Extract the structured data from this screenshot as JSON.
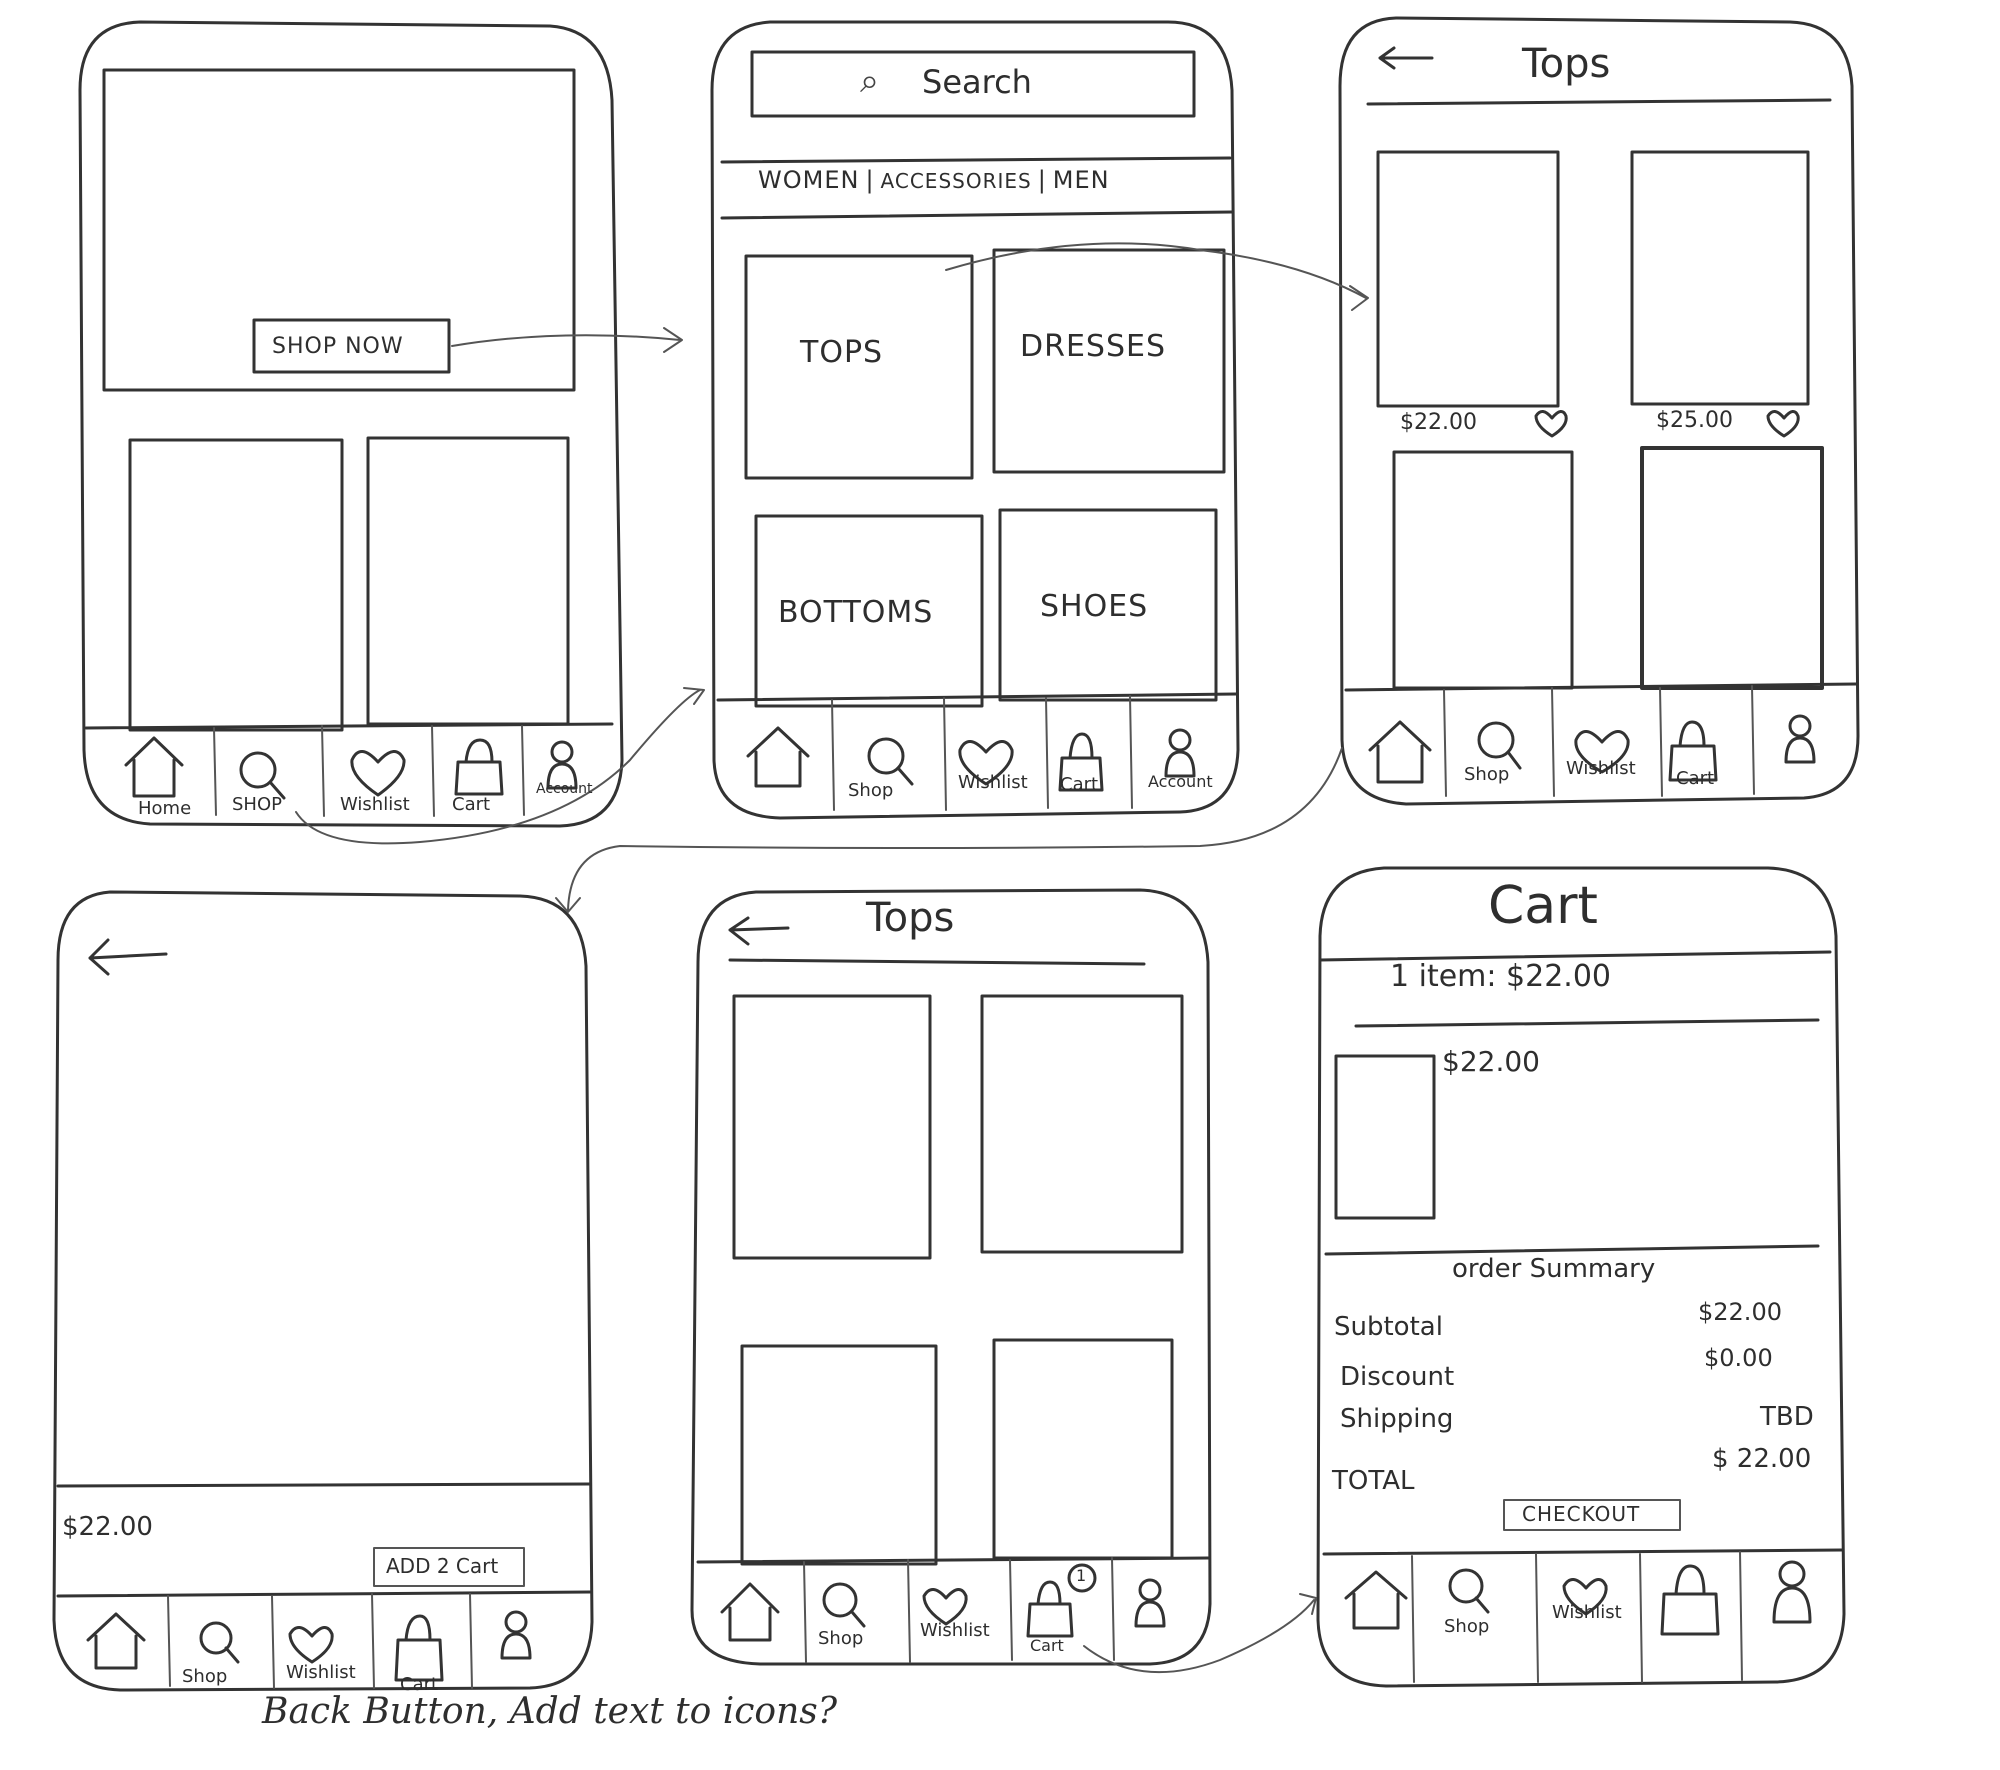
{
  "screen_home": {
    "shop_now": "SHOP NOW",
    "nav": [
      "Home",
      "SHOP",
      "Wishlist",
      "Cart",
      "Account"
    ]
  },
  "screen_shop": {
    "search": "Search",
    "categories_tabs": [
      "WOMEN",
      "ACCESSORIES",
      "MEN"
    ],
    "tiles": [
      "TOPS",
      "DRESSES",
      "BOTTOMS",
      "SHOES"
    ],
    "nav": [
      "Shop",
      "Wishlist",
      "Cart",
      "Account"
    ]
  },
  "screen_tops": {
    "title": "Tops",
    "price_1": "$22.00",
    "price_2": "$25.00",
    "nav": [
      "Shop",
      "Wishlist",
      "Cart"
    ]
  },
  "screen_product": {
    "price": "$22.00",
    "add_to_cart": "ADD 2 Cart",
    "nav": [
      "Shop",
      "Wishlist",
      "Cart"
    ]
  },
  "screen_tops_2": {
    "title": "Tops",
    "cart_badge": "1",
    "nav": [
      "Shop",
      "Wishlist",
      "Cart"
    ]
  },
  "screen_cart": {
    "title": "Cart",
    "items_line": "1 item: $22.00",
    "item_price": "$22.00",
    "order_summary": "order Summary",
    "rows": [
      {
        "label": "Subtotal",
        "value": "$22.00"
      },
      {
        "label": "Discount",
        "value": "$0.00"
      },
      {
        "label": "Shipping",
        "value": "TBD"
      },
      {
        "label": "TOTAL",
        "value": "$ 22.00"
      }
    ],
    "checkout": "CHECKOUT",
    "nav": [
      "Shop",
      "Wishlist"
    ]
  },
  "note": "Back Button, Add text to icons?"
}
